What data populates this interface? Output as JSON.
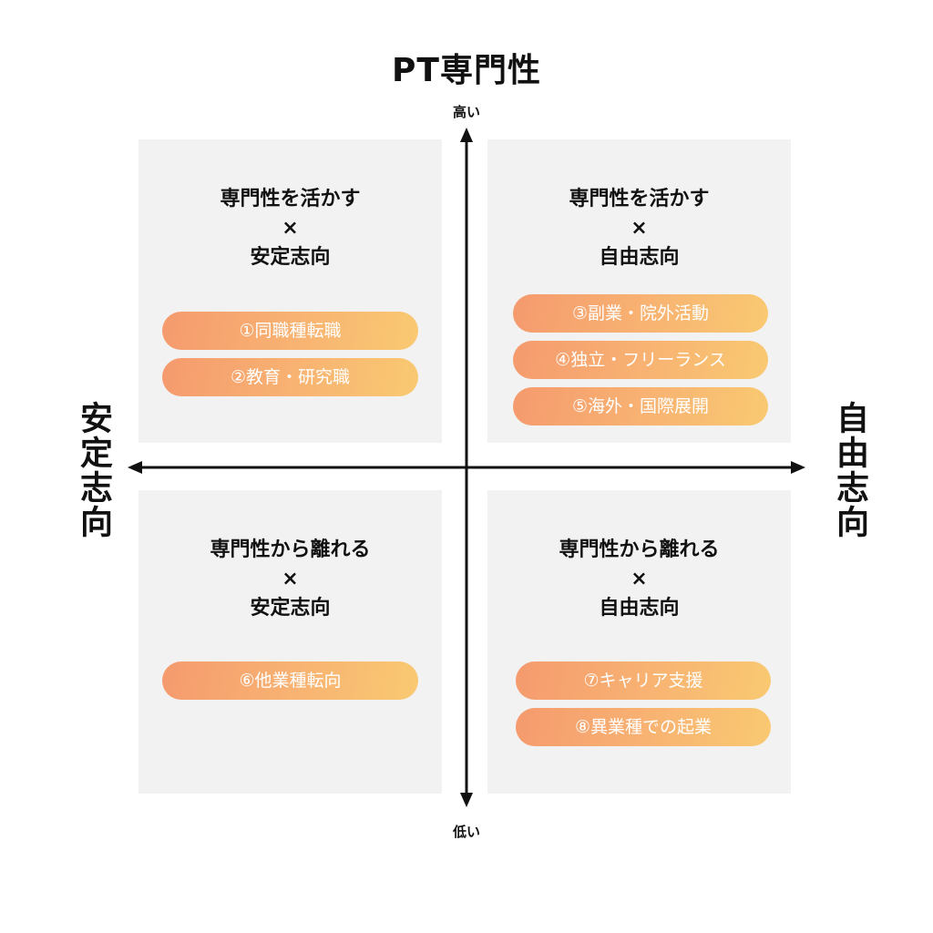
{
  "title": "PT専門性",
  "axis": {
    "top_label": "高い",
    "bottom_label": "低い",
    "left_label": "安定志向",
    "right_label": "自由志向"
  },
  "quadrants": {
    "top_left": {
      "line1": "専門性を活かす",
      "times": "×",
      "line2": "安定志向",
      "items": [
        "①同職種転職",
        "②教育・研究職"
      ]
    },
    "top_right": {
      "line1": "専門性を活かす",
      "times": "×",
      "line2": "自由志向",
      "items": [
        "③副業・院外活動",
        "④独立・フリーランス",
        "⑤海外・国際展開"
      ]
    },
    "bottom_left": {
      "line1": "専門性から離れる",
      "times": "×",
      "line2": "安定志向",
      "items": [
        "⑥他業種転向"
      ]
    },
    "bottom_right": {
      "line1": "専門性から離れる",
      "times": "×",
      "line2": "自由志向",
      "items": [
        "⑦キャリア支援",
        "⑧異業種での起業"
      ]
    }
  },
  "colors": {
    "quadrant_bg": "#f2f2f2",
    "pill_gradient_start": "#f59a6e",
    "pill_gradient_end": "#f9c971",
    "axis": "#111111"
  }
}
